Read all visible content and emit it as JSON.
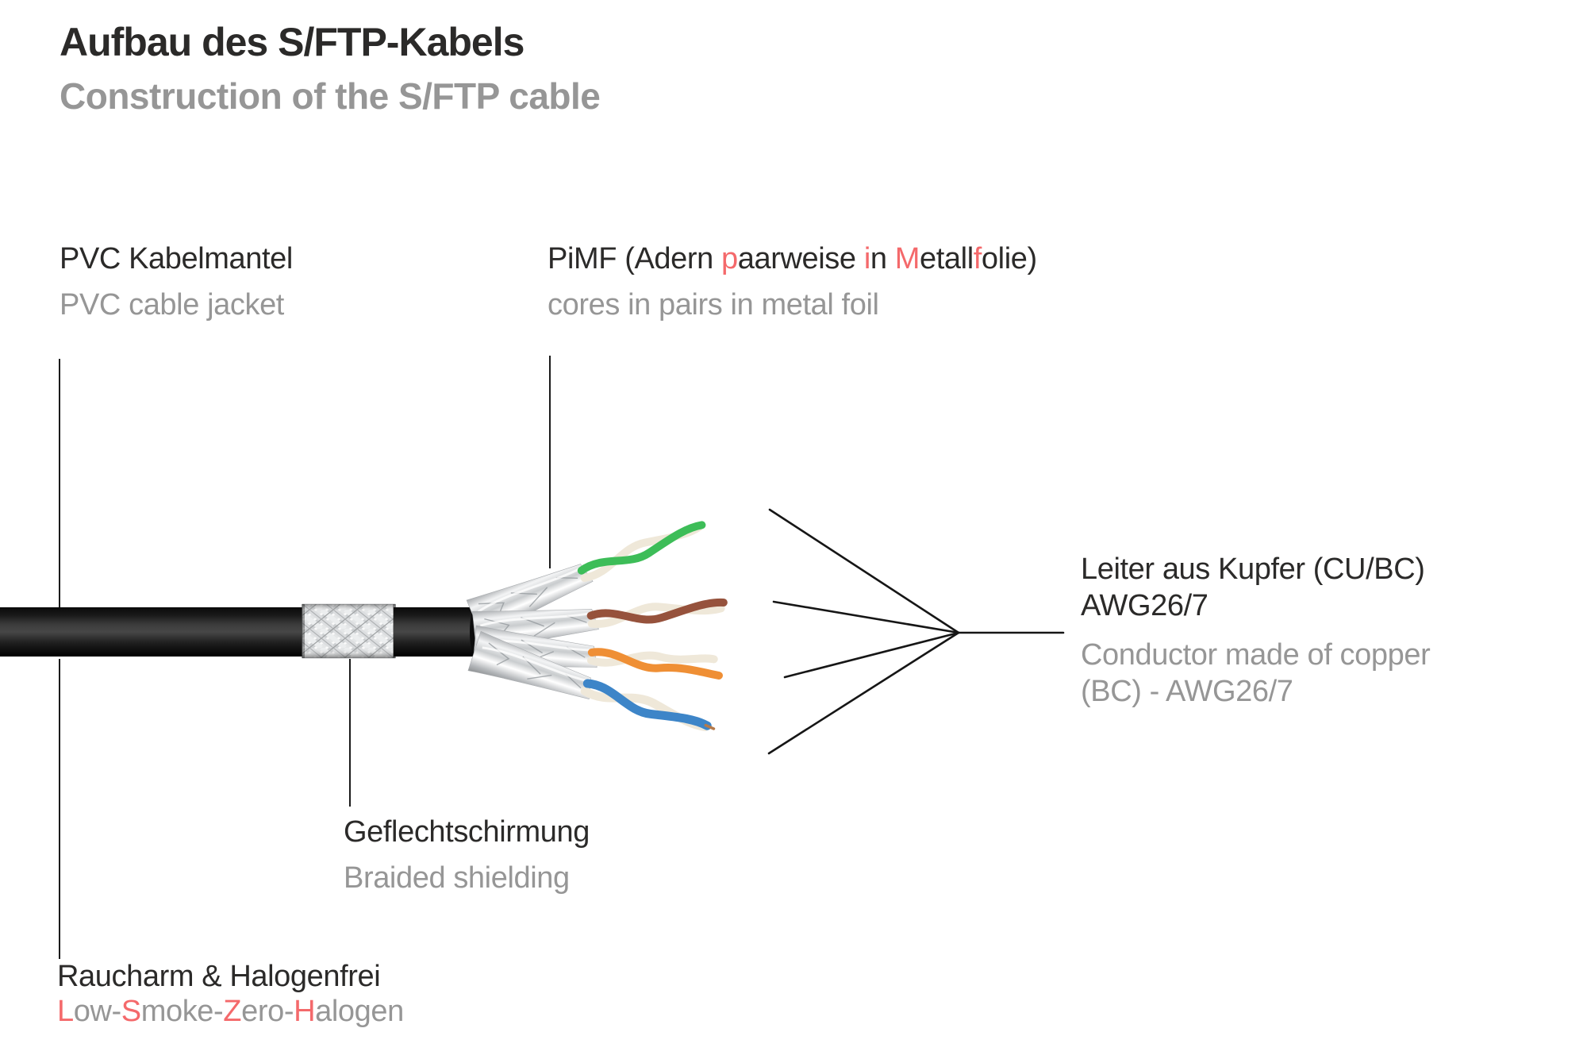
{
  "header": {
    "title": "Aufbau des S/FTP-Kabels",
    "subtitle": "Construction of the S/FTP cable"
  },
  "annotations": {
    "pvc_jacket": {
      "de": "PVC Kabelmantel",
      "en": "PVC cable jacket"
    },
    "pimf": {
      "de_segments": [
        {
          "t": "PiMF (Adern ",
          "c": "dark"
        },
        {
          "t": "p",
          "c": "red"
        },
        {
          "t": "aarweise ",
          "c": "dark"
        },
        {
          "t": "i",
          "c": "red"
        },
        {
          "t": "n ",
          "c": "dark"
        },
        {
          "t": "M",
          "c": "red"
        },
        {
          "t": "etall",
          "c": "dark"
        },
        {
          "t": "f",
          "c": "red"
        },
        {
          "t": "olie)",
          "c": "dark"
        }
      ],
      "en": "cores in pairs in metal foil"
    },
    "braided_shielding": {
      "de": "Geflechtschirmung",
      "en": "Braided shielding"
    },
    "lszh": {
      "de": "Raucharm & Halogenfrei",
      "en_segments": [
        {
          "t": "L",
          "c": "red"
        },
        {
          "t": "ow-",
          "c": "gray"
        },
        {
          "t": "S",
          "c": "red"
        },
        {
          "t": "moke-",
          "c": "gray"
        },
        {
          "t": "Z",
          "c": "red"
        },
        {
          "t": "ero-",
          "c": "gray"
        },
        {
          "t": "H",
          "c": "red"
        },
        {
          "t": "alogen",
          "c": "gray"
        }
      ]
    },
    "conductor": {
      "de_line1": "Leiter aus Kupfer (CU/BC)",
      "de_line2": "AWG26/7",
      "en_line1": "Conductor made of copper",
      "en_line2": "(BC) - AWG26/7"
    }
  },
  "colors": {
    "text_dark": "#2b2a29",
    "text_gray": "#969696",
    "accent_red": "#f4696b",
    "wire_green": "#3dbd58",
    "wire_brown": "#96523c",
    "wire_orange": "#ef8f35",
    "wire_blue": "#3d85c8",
    "strand_white": "#efe8d9",
    "jacket_black": "#111111",
    "foil_silver": "#d6d8da",
    "copper": "#b57a4a"
  }
}
